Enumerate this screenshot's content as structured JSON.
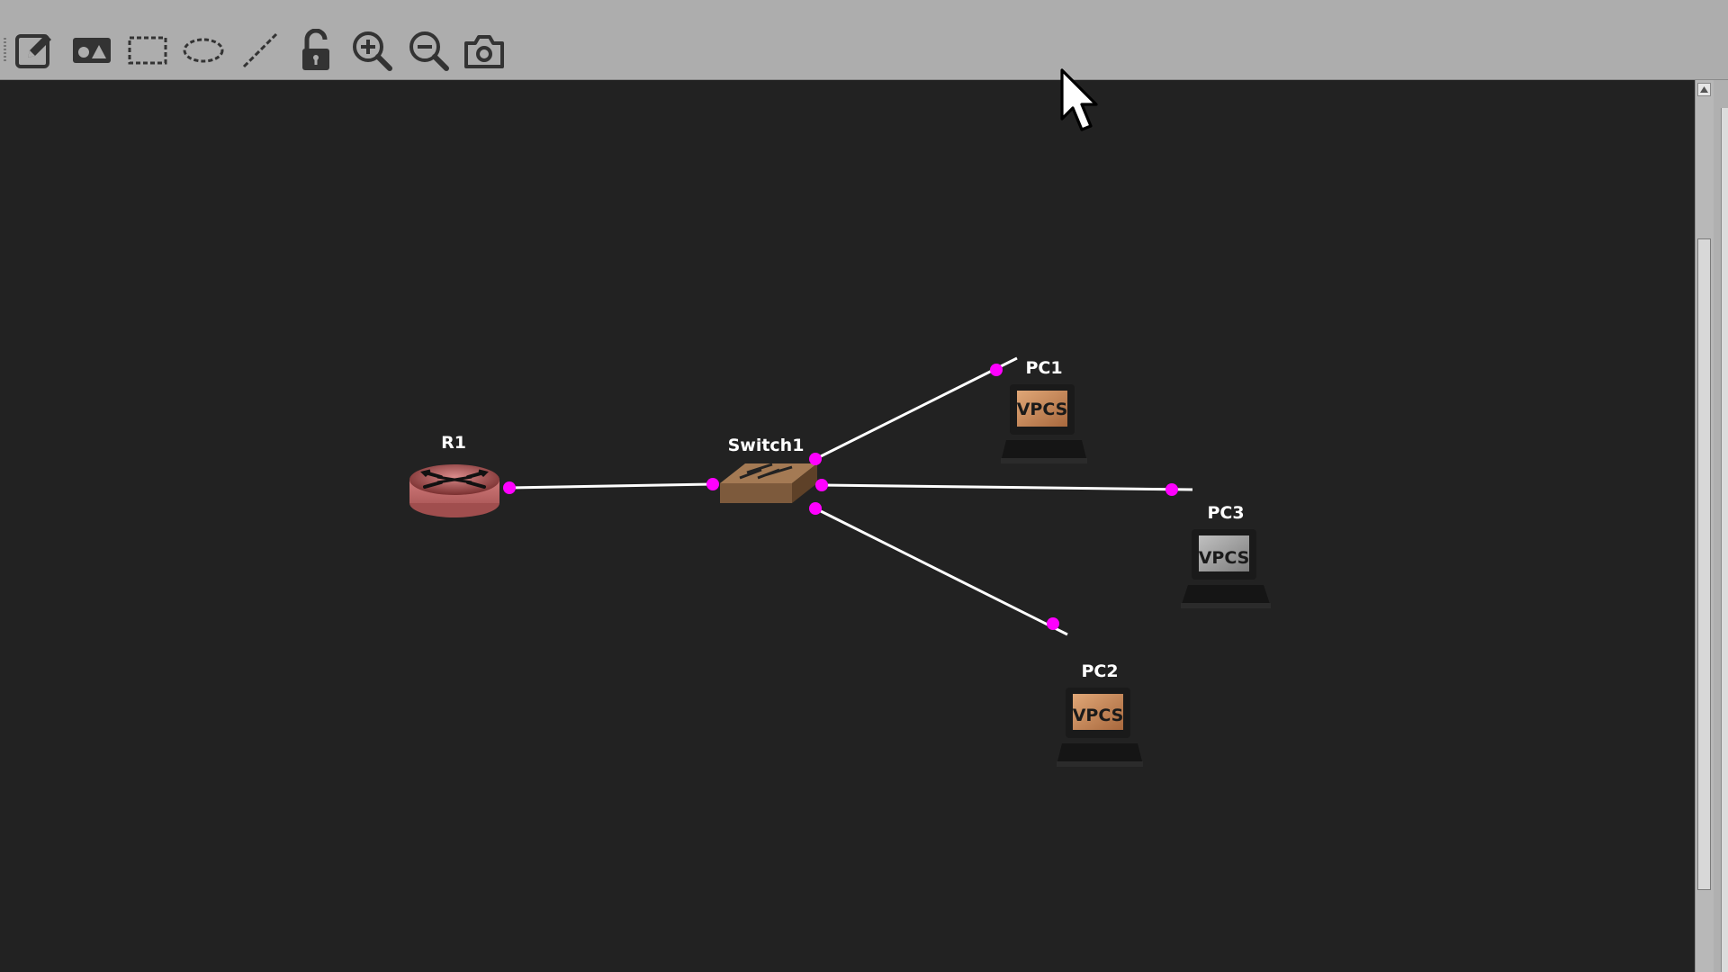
{
  "toolbar": {
    "tools": [
      {
        "name": "add-note",
        "icon": "edit-note-icon"
      },
      {
        "name": "insert-picture",
        "icon": "image-shapes-icon"
      },
      {
        "name": "draw-rectangle",
        "icon": "rectangle-icon"
      },
      {
        "name": "draw-ellipse",
        "icon": "ellipse-icon"
      },
      {
        "name": "draw-line",
        "icon": "line-icon"
      },
      {
        "name": "lock-items",
        "icon": "unlock-icon"
      },
      {
        "name": "zoom-in",
        "icon": "zoom-in-icon"
      },
      {
        "name": "zoom-out",
        "icon": "zoom-out-icon"
      },
      {
        "name": "screenshot",
        "icon": "camera-icon"
      }
    ]
  },
  "topology": {
    "nodes": [
      {
        "id": "r1",
        "label": "R1",
        "type": "router"
      },
      {
        "id": "switch1",
        "label": "Switch1",
        "type": "ethernet-switch"
      },
      {
        "id": "pc1",
        "label": "PC1",
        "type": "vpcs",
        "badge": "VPCS"
      },
      {
        "id": "pc3",
        "label": "PC3",
        "type": "vpcs",
        "badge": "VPCS"
      },
      {
        "id": "pc2",
        "label": "PC2",
        "type": "vpcs",
        "badge": "VPCS"
      }
    ],
    "links": [
      {
        "from": "r1",
        "to": "switch1"
      },
      {
        "from": "switch1",
        "to": "pc1"
      },
      {
        "from": "switch1",
        "to": "pc3"
      },
      {
        "from": "switch1",
        "to": "pc2"
      }
    ]
  },
  "colors": {
    "canvas_background": "#222222",
    "toolbar_background": "#adadad",
    "link": "#ffffff",
    "port_indicator": "#ff00ff",
    "router_body": "#c97070",
    "switch_body": "#8f6a4a",
    "vpcs_active_screen": "#c98a55",
    "vpcs_inactive_screen": "#9a9a9a"
  }
}
